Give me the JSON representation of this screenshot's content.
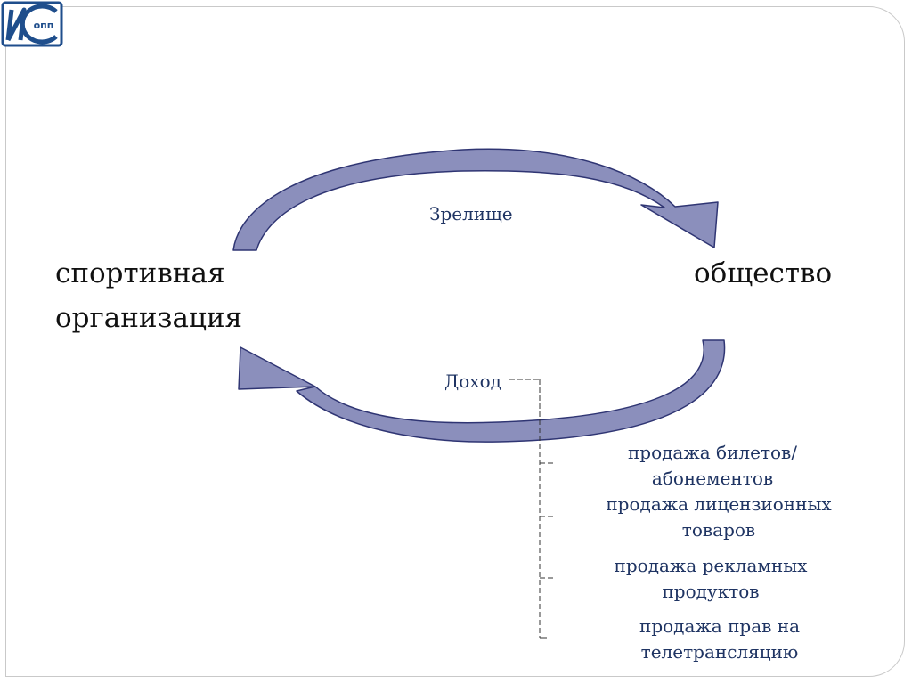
{
  "logo": {
    "text": "ИСОПП",
    "icon": "iso-pp-logo-icon",
    "color": "#1f4e8c"
  },
  "diagram": {
    "entity_left": "спортивная организация",
    "entity_right": "общество",
    "top_arrow_label": "Зрелище",
    "bottom_arrow_label": "Доход",
    "arrow_fill": "#8b8fbc",
    "arrow_stroke": "#2f3573",
    "label_color": "#1f3463",
    "income_sources": [
      "продажа билетов/абонементов",
      "продажа лицензионных товаров",
      "продажа рекламных продуктов",
      "продажа прав на телетрансляцию"
    ]
  }
}
